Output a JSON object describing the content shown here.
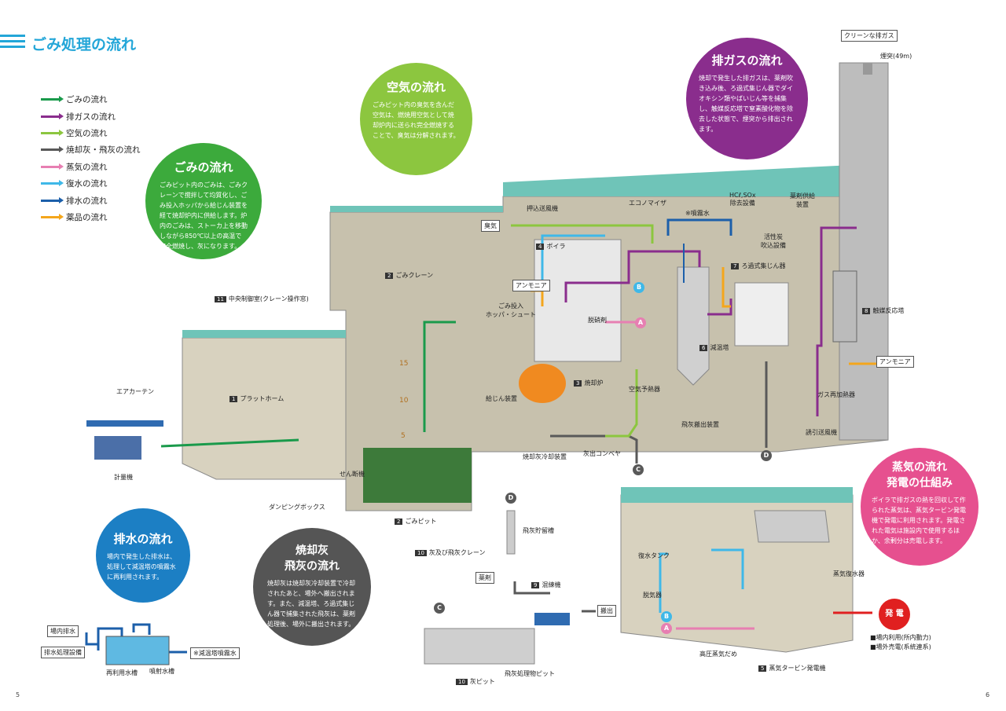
{
  "title": "ごみ処理の流れ",
  "legend": [
    {
      "label": "ごみの流れ",
      "color": "#1a9a4b"
    },
    {
      "label": "排ガスの流れ",
      "color": "#8a2d8d"
    },
    {
      "label": "空気の流れ",
      "color": "#8cc63f"
    },
    {
      "label": "焼却灰・飛灰の流れ",
      "color": "#595959"
    },
    {
      "label": "蒸気の流れ",
      "color": "#e77fb2"
    },
    {
      "label": "復水の流れ",
      "color": "#3fb8e8"
    },
    {
      "label": "排水の流れ",
      "color": "#1c5faa"
    },
    {
      "label": "薬品の流れ",
      "color": "#f4a61c"
    }
  ],
  "circles": {
    "gomi": {
      "title": "ごみの流れ",
      "text": "ごみピット内のごみは、ごみクレーンで撹拌して均質化し、ごみ投入ホッパから給じん装置を経て焼却炉内に供給します。炉内のごみは、ストーカ上を移動しながら850℃以上の高温で完全燃焼し、灰になります。",
      "color": "#3caa3c"
    },
    "air": {
      "title": "空気の流れ",
      "text": "ごみピット内の臭気を含んだ空気は、燃焼用空気として焼却炉内に送られ完全燃焼することで、臭気は分解されます。",
      "color": "#8cc63f"
    },
    "gas": {
      "title": "排ガスの流れ",
      "text": "焼却で発生した排ガスは、薬剤吹き込み後、ろ過式集じん器でダイオキシン類やばいじん等を捕集し、触媒反応塔で窒素酸化物を除去した状態で、煙突から排出されます。",
      "color": "#8a2d8d"
    },
    "steam": {
      "title": "蒸気の流れ\n発電の仕組み",
      "text": "ボイラで排ガスの熱を回収して作られた蒸気は、蒸気タービン発電機で発電に利用されます。発電された電気は施設内で使用するほか、余剰分は売電します。",
      "color": "#e6508f"
    },
    "drain": {
      "title": "排水の流れ",
      "text": "場内で発生した排水は、処理して減温塔の噴霧水に再利用されます。",
      "color": "#1c7fc4"
    },
    "ash": {
      "title": "焼却灰\n飛灰の流れ",
      "text": "焼却灰は焼却灰冷却装置で冷却されたあと、場外へ搬出されます。また、減温塔、ろ過式集じん器で捕集された飛灰は、薬剤処理後、場外に搬出されます。",
      "color": "#555555"
    }
  },
  "labels": {
    "clean_gas": "クリーンな排ガス",
    "chimney": "煙突(49m)",
    "odor": "臭気",
    "blower": "押込送風機",
    "economizer": "エコノマイザ",
    "spray": "※噴霧水",
    "hcl": "HCℓ,SOx\n除去設備",
    "chem_supply": "薬剤供給\n装置",
    "carbon": "活性炭\n吹込設備",
    "boiler": "ボイラ",
    "ammonia1": "アンモニア",
    "ammonia2": "アンモニア",
    "hopper": "ごみ投入\nホッパ・シュート",
    "denitration": "脱硝剤",
    "filter": "ろ過式集じん器",
    "catalyst": "触媒反応塔",
    "crane": "ごみクレーン",
    "control": "中央制御室(クレーン操作窓)",
    "cooling_tower": "減温塔",
    "incinerator": "焼却炉",
    "feeder": "給じん装置",
    "air_preheater": "空気予熱器",
    "gas_heater": "ガス再加熱器",
    "induced_fan": "誘引送風機",
    "flyash_out": "飛灰搬出装置",
    "ash_cooler": "焼却灰冷却装置",
    "ash_conveyor": "灰出コンベヤ",
    "air_curtain": "エアカーテン",
    "platform": "プラットホーム",
    "scale": "計量機",
    "cutter": "せん断機",
    "dumping": "ダンピングボックス",
    "pit": "ごみピット",
    "flyash_silo": "飛灰貯留槽",
    "ash_crane": "灰及び飛灰クレーン",
    "chemical": "薬剤",
    "mixer": "混練機",
    "carry_out": "搬出",
    "ash_pit": "灰ピット",
    "flyash_pit": "飛灰処理物ピット",
    "drain_in": "場内排水",
    "drain_facility": "排水処理設備",
    "reuse_tank": "再利用水槽",
    "spray_tank": "噴射水槽",
    "spray_water": "※減温塔噴霧水",
    "condensate_tank": "復水タンク",
    "degasser": "脱気器",
    "condenser": "蒸気復水器",
    "steam_header": "高圧蒸気だめ",
    "turbine": "蒸気タービン発電機",
    "power": "発 電",
    "use1": "■場内利用(所内動力)",
    "use2": "■場外売電(系統連系)",
    "a": "A",
    "b": "B",
    "c": "C",
    "d": "D",
    "n1": "1",
    "n2": "2",
    "n3": "3",
    "n4": "4",
    "n5": "5",
    "n6": "6",
    "n7": "7",
    "n8": "8",
    "n10": "10",
    "n11": "11",
    "n9": "9",
    "scale15": "15",
    "scale10": "10",
    "scale5": "5"
  },
  "pages": {
    "left": "5",
    "right": "6"
  }
}
